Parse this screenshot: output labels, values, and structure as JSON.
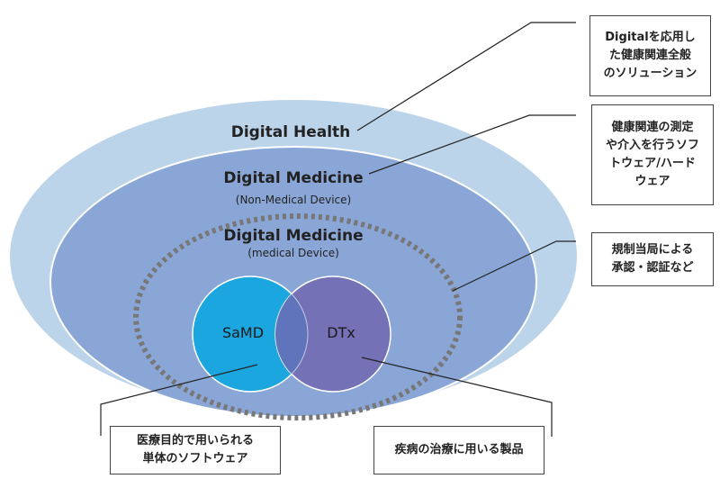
{
  "diagram": {
    "digital_health": "Digital Health",
    "digital_medicine_non": "Digital Medicine",
    "digital_medicine_non_sub": "(Non-Medical Device)",
    "digital_medicine_med": "Digital Medicine",
    "digital_medicine_med_sub": "(medical Device)",
    "samd": "SaMD",
    "dtx": "DTx"
  },
  "callouts": {
    "health": [
      "Digitalを応用し",
      "た健康関連全般",
      "のソリューション"
    ],
    "medicine": [
      "健康関連の測定",
      "や介入を行うソフ",
      "トウェア/ハード",
      "ウェア"
    ],
    "regulatory": [
      "規制当局による",
      "承認・認証など"
    ],
    "samd": [
      "医療目的で用いられる",
      "単体のソフトウェア"
    ],
    "dtx": [
      "疾病の治療に用いる製品"
    ]
  },
  "colors": {
    "outer": "#bcd4ea",
    "middle": "#8aa6d6",
    "samd": "#1ca6e0",
    "dtx": "#7571b6",
    "dotted": "#777777"
  }
}
